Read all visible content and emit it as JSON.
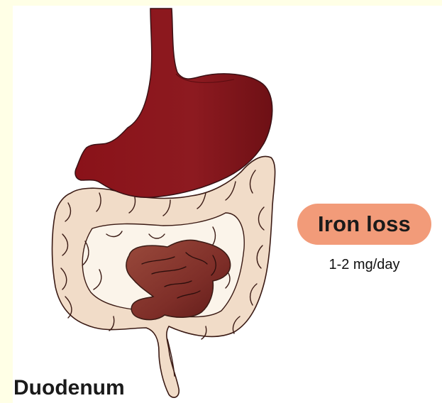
{
  "labels": {
    "iron_loss": "Iron loss",
    "iron_loss_rate": "1-2 mg/day",
    "duodenum": "Duodenum"
  },
  "colors": {
    "background": "#ffffe6",
    "stomach": "#8b1a1f",
    "intestine_fill": "#f1dcc8",
    "small_intestine": "#8e3a33",
    "badge": "#f29b79"
  }
}
